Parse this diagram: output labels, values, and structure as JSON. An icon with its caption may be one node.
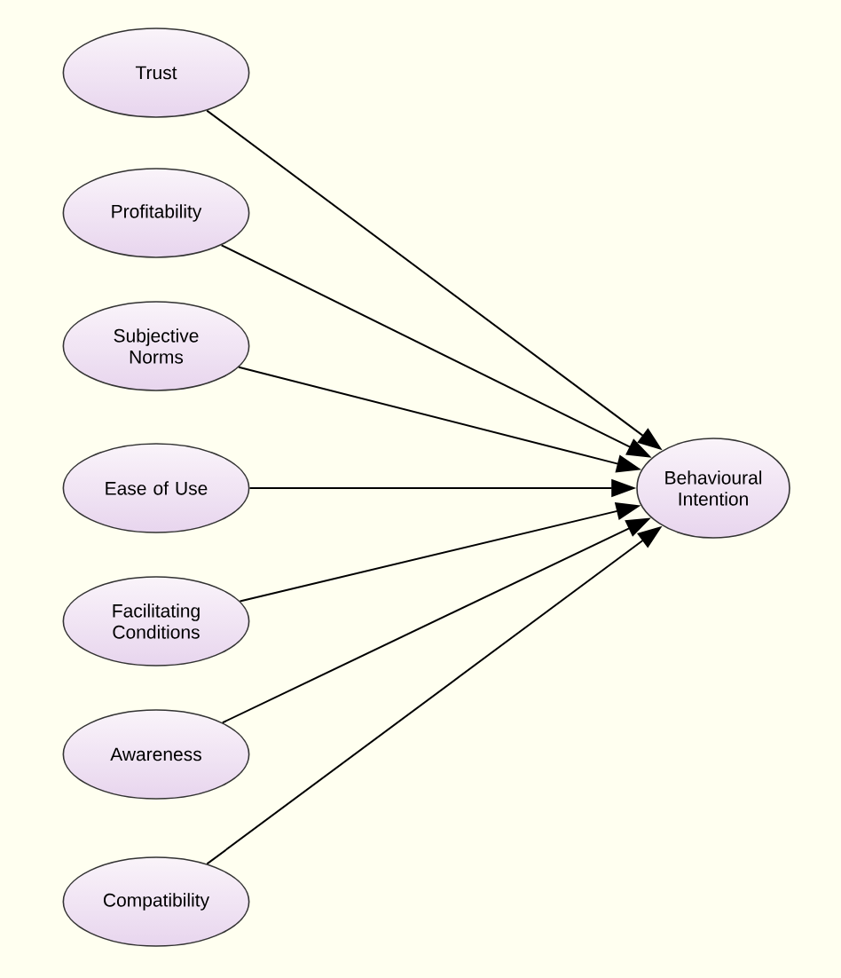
{
  "diagram": {
    "nodes": [
      {
        "text": [
          "Trust"
        ]
      },
      {
        "text": [
          "Profitability"
        ]
      },
      {
        "text": [
          "Subjective Norms"
        ]
      },
      {
        "text": [
          "Ease of Use"
        ]
      },
      {
        "text": [
          "Facilitating Conditions"
        ]
      },
      {
        "text": [
          "Awareness"
        ]
      },
      {
        "text": [
          "Compatibility"
        ]
      },
      {
        "text": [
          "Behavioural Intention"
        ]
      }
    ],
    "edges": [
      {
        "from": 0,
        "to": 7,
        "arrow": "to"
      },
      {
        "from": 1,
        "to": 7,
        "arrow": "to"
      },
      {
        "from": 2,
        "to": 7,
        "arrow": "to"
      },
      {
        "from": 3,
        "to": 7,
        "arrow": "to"
      },
      {
        "from": 4,
        "to": 7,
        "arrow": "to"
      },
      {
        "from": 5,
        "to": 7,
        "arrow": "to"
      },
      {
        "from": 6,
        "to": 7,
        "arrow": "to"
      }
    ]
  }
}
